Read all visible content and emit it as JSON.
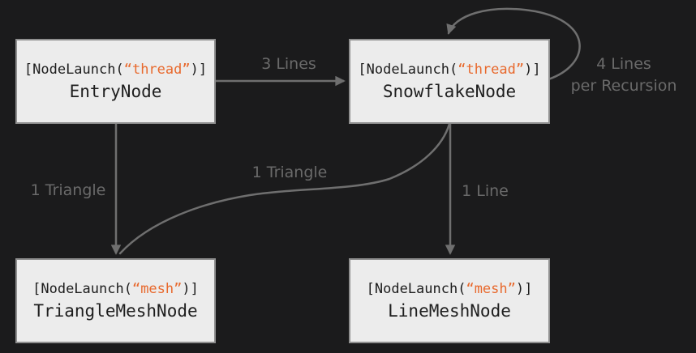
{
  "nodes": [
    {
      "id": "entry-node",
      "attr_prefix": "[NodeLaunch(",
      "attr_arg": "“thread”",
      "attr_suffix": ")]",
      "name": "EntryNode"
    },
    {
      "id": "snowflake-node",
      "attr_prefix": "[NodeLaunch(",
      "attr_arg": "“thread”",
      "attr_suffix": ")]",
      "name": "SnowflakeNode"
    },
    {
      "id": "triangle-mesh-node",
      "attr_prefix": "[NodeLaunch(",
      "attr_arg": "“mesh”",
      "attr_suffix": ")]",
      "name": "TriangleMeshNode"
    },
    {
      "id": "line-mesh-node",
      "attr_prefix": "[NodeLaunch(",
      "attr_arg": "“mesh”",
      "attr_suffix": ")]",
      "name": "LineMeshNode"
    }
  ],
  "edges": [
    {
      "from": "EntryNode",
      "to": "SnowflakeNode",
      "label": "3 Lines"
    },
    {
      "from": "SnowflakeNode",
      "to": "SnowflakeNode",
      "label_lines": [
        "4 Lines",
        "per Recursion"
      ]
    },
    {
      "from": "EntryNode",
      "to": "TriangleMeshNode",
      "label": "1 Triangle"
    },
    {
      "from": "SnowflakeNode",
      "to": "TriangleMeshNode",
      "label": "1 Triangle"
    },
    {
      "from": "SnowflakeNode",
      "to": "LineMeshNode",
      "label": "1 Line"
    }
  ],
  "colors": {
    "background": "#1b1b1c",
    "node_fill": "#ececec",
    "node_border": "#8f8f8f",
    "node_text": "#1e1e1e",
    "launch_arg_orange": "#e8692d",
    "edge_gray": "#6f6f6f",
    "edge_label_gray": "#6a6a6a"
  }
}
